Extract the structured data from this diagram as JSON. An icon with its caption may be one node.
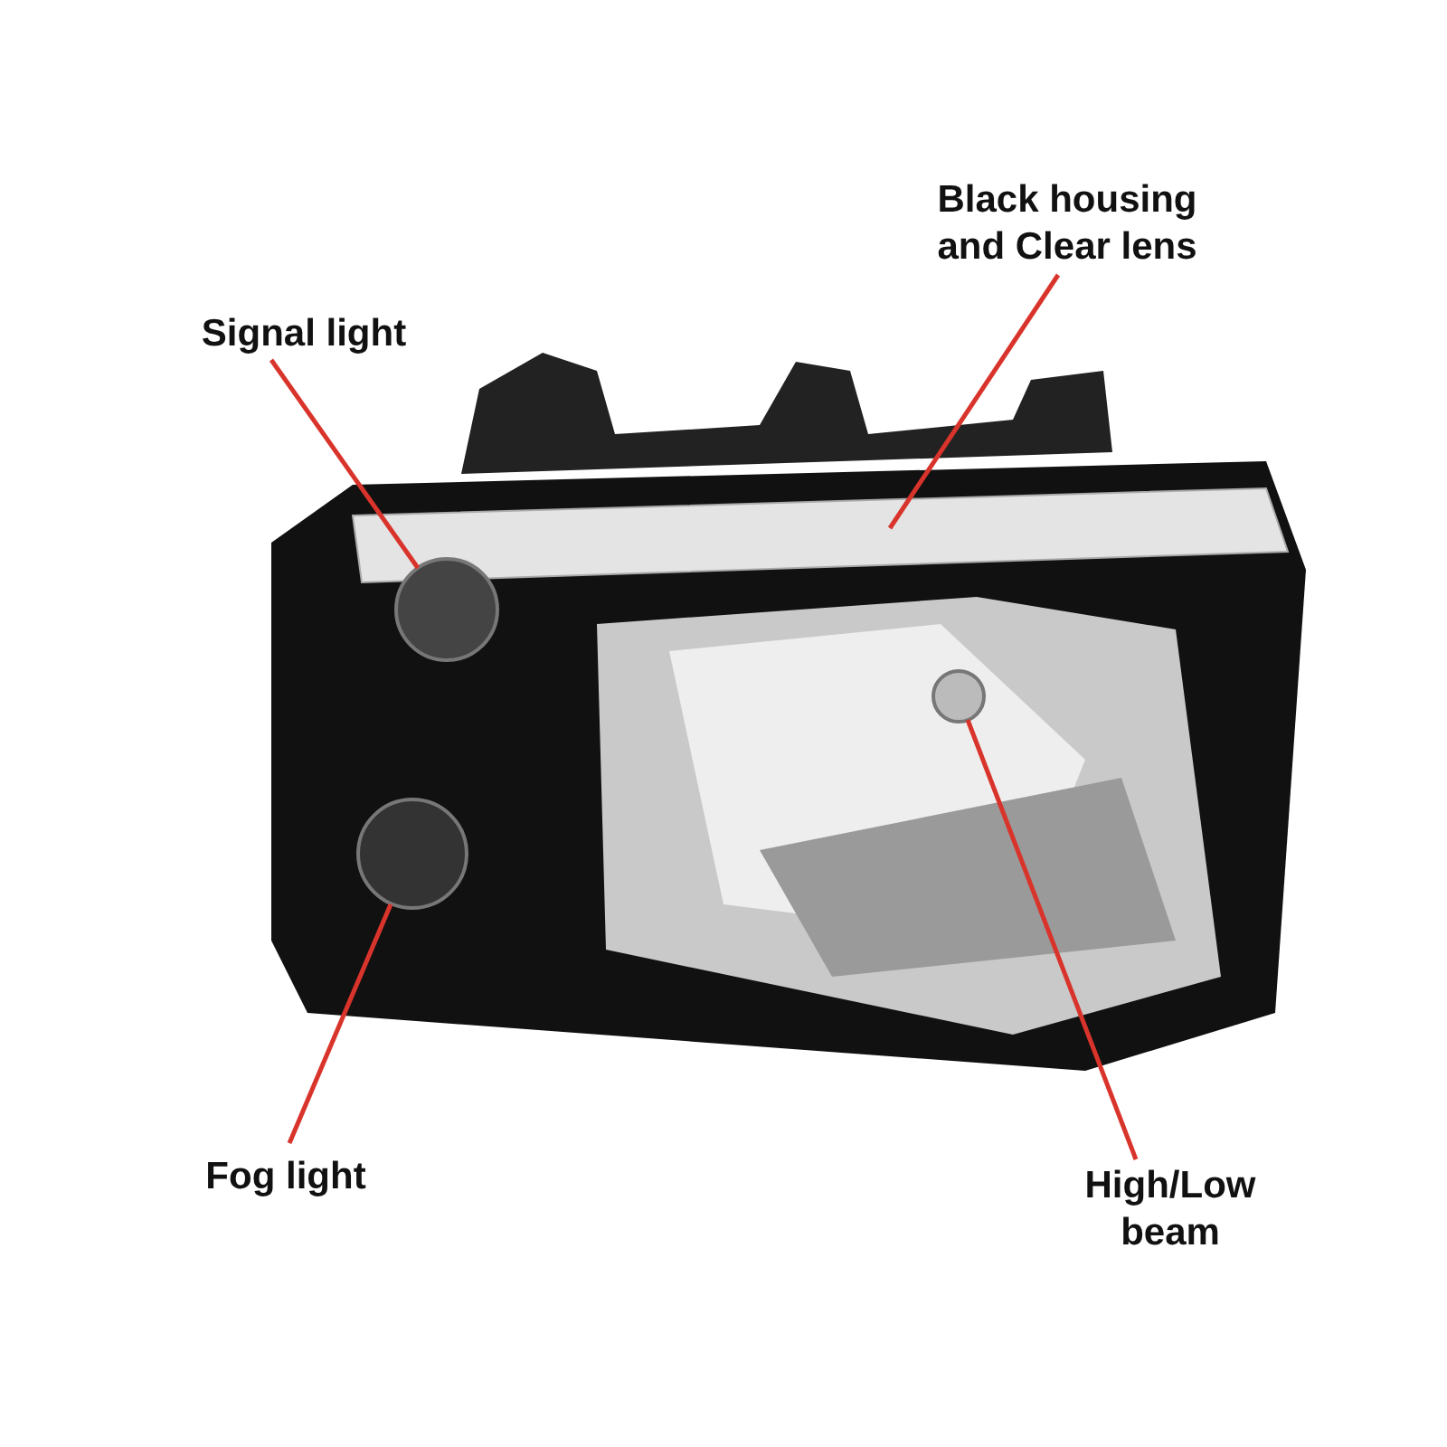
{
  "diagram": {
    "nodes": [
      {
        "text": [
          "Black housing and Clear lens"
        ]
      },
      {
        "text": [
          "Signal light"
        ]
      },
      {
        "text": [
          "Fog light"
        ]
      },
      {
        "text": [
          "High/Low beam"
        ]
      },
      {
        "text": [],
        "shape": "bar"
      },
      {
        "text": [],
        "shape": "circle"
      },
      {
        "text": [],
        "shape": "circle"
      },
      {
        "text": [],
        "shape": "circle"
      }
    ],
    "edges": [
      {
        "from": 0,
        "to": 4,
        "arrow": "none"
      },
      {
        "from": 1,
        "to": 5,
        "arrow": "none"
      },
      {
        "from": 2,
        "to": 6,
        "arrow": "none"
      },
      {
        "from": 3,
        "to": 7,
        "arrow": "none"
      }
    ]
  }
}
